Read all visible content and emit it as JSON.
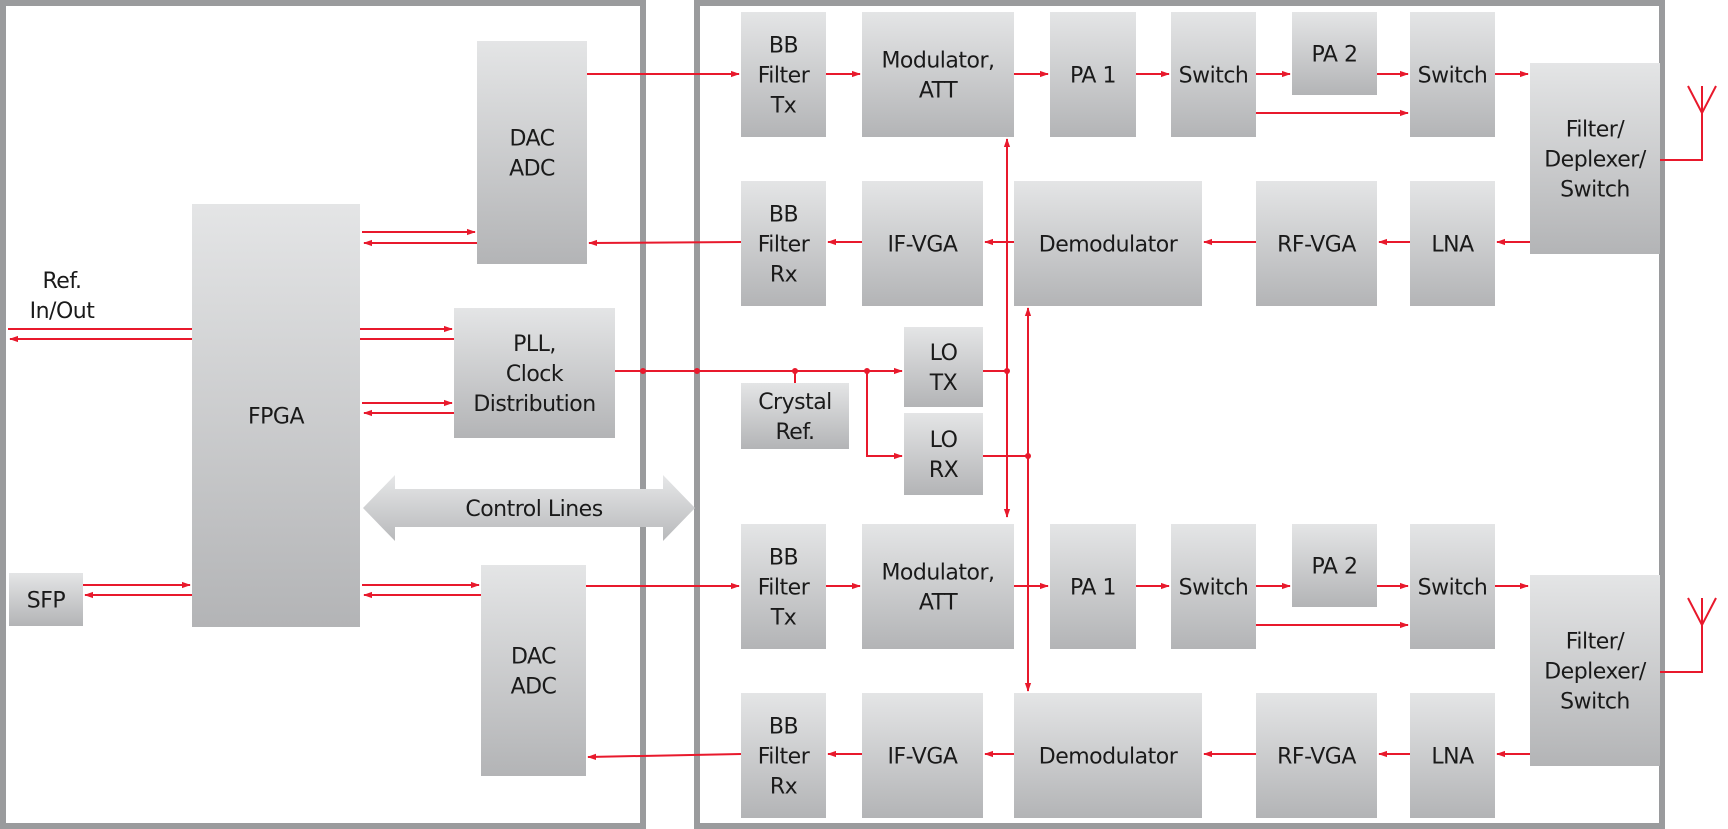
{
  "title": "Software-defined radio transceiver block diagram",
  "colors": {
    "signal": "#e8192c",
    "block_top": "#e4e5e6",
    "block_bottom": "#b3b4b6",
    "frame": "#9a9b9d",
    "text": "#1a1a1a"
  },
  "digital_board": {
    "blocks": {
      "fpga": [
        "FPGA"
      ],
      "dac_adc_top": [
        "DAC",
        "ADC"
      ],
      "dac_adc_bottom": [
        "DAC",
        "ADC"
      ],
      "pll": [
        "PLL,",
        "Clock",
        "Distribution"
      ],
      "sfp": [
        "SFP"
      ]
    },
    "ref_label": [
      "Ref.",
      "In/Out"
    ],
    "control_lines_label": "Control Lines"
  },
  "rf_board": {
    "channels": [
      {
        "tx": {
          "bb_filter": [
            "BB",
            "Filter",
            "Tx"
          ],
          "modulator": [
            "Modulator,",
            "ATT"
          ],
          "pa1": [
            "PA 1"
          ],
          "switch1": [
            "Switch"
          ],
          "pa2": [
            "PA 2"
          ],
          "switch2": [
            "Switch"
          ]
        },
        "rx": {
          "bb_filter": [
            "BB",
            "Filter",
            "Rx"
          ],
          "if_vga": [
            "IF-VGA"
          ],
          "demodulator": [
            "Demodulator"
          ],
          "rf_vga": [
            "RF-VGA"
          ],
          "lna": [
            "LNA"
          ]
        },
        "frontend": [
          "Filter/",
          "Deplexer/",
          "Switch"
        ],
        "antenna_icon": "antenna-icon"
      },
      {
        "tx": {
          "bb_filter": [
            "BB",
            "Filter",
            "Tx"
          ],
          "modulator": [
            "Modulator,",
            "ATT"
          ],
          "pa1": [
            "PA 1"
          ],
          "switch1": [
            "Switch"
          ],
          "pa2": [
            "PA 2"
          ],
          "switch2": [
            "Switch"
          ]
        },
        "rx": {
          "bb_filter": [
            "BB",
            "Filter",
            "Rx"
          ],
          "if_vga": [
            "IF-VGA"
          ],
          "demodulator": [
            "Demodulator"
          ],
          "rf_vga": [
            "RF-VGA"
          ],
          "lna": [
            "LNA"
          ]
        },
        "frontend": [
          "Filter/",
          "Deplexer/",
          "Switch"
        ],
        "antenna_icon": "antenna-icon"
      }
    ],
    "crystal_ref": [
      "Crystal",
      "Ref."
    ],
    "lo_tx": [
      "LO",
      "TX"
    ],
    "lo_rx": [
      "LO",
      "RX"
    ]
  }
}
